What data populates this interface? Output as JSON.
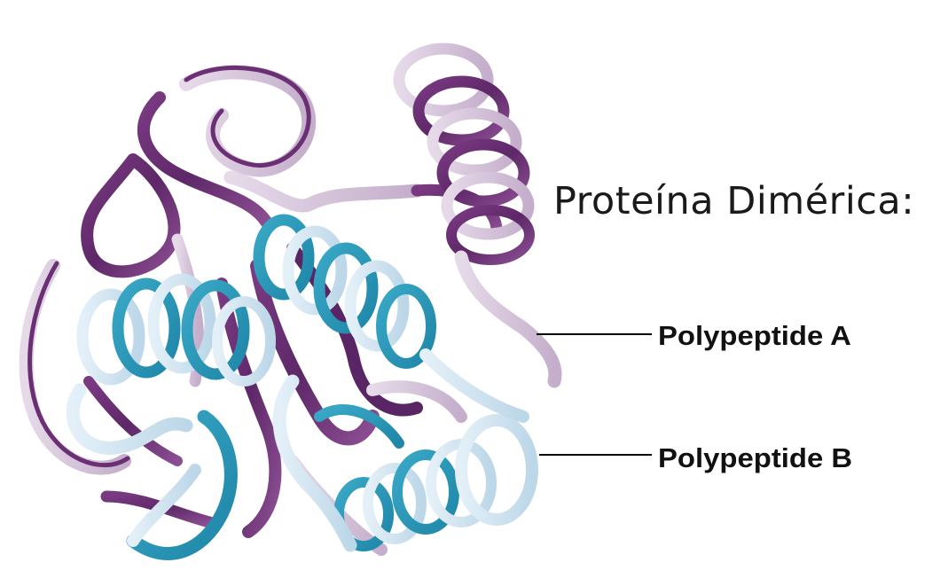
{
  "title": "Proteína Dimérica:",
  "labels": {
    "polypeptide_a": "Polypeptide A",
    "polypeptide_b": "Polypeptide B"
  },
  "colors": {
    "chain_a_dark": "#6b2f74",
    "chain_a_light": "#d6c6dc",
    "chain_b_dark": "#2f9fbf",
    "chain_b_light": "#d2e6f2",
    "background": "#ffffff",
    "leader_line": "#000000"
  }
}
